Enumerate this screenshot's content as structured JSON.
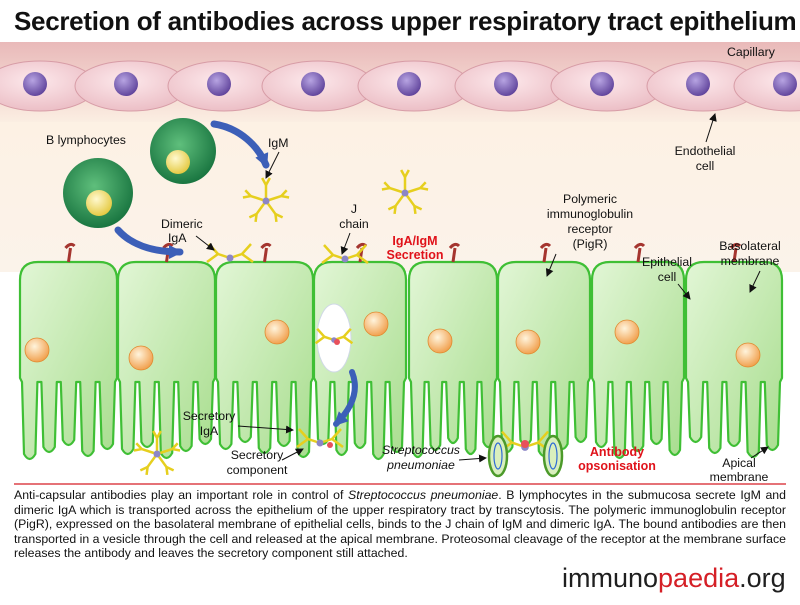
{
  "title": "Secretion of antibodies across upper respiratory tract epithelium",
  "labels": {
    "capillary": "Capillary",
    "endothelial": [
      "Endothelial",
      "cell"
    ],
    "b_lymphocytes": "B lymphocytes",
    "igm": "IgM",
    "dimeric_iga": [
      "Dimeric",
      "IgA"
    ],
    "j_chain": [
      "J",
      "chain"
    ],
    "secretion": [
      "IgA/IgM",
      "Secretion"
    ],
    "pigr": [
      "Polymeric",
      "immunoglobulin",
      "receptor",
      "(PigR)"
    ],
    "epithelial": [
      "Epithelial",
      "cell"
    ],
    "basolateral": [
      "Basolateral",
      "membrane"
    ],
    "secretory_iga": [
      "Secretory",
      "IgA"
    ],
    "secretory_component": [
      "Secretory",
      "component"
    ],
    "strep": [
      "Streptococcus",
      "pneumoniae"
    ],
    "opsonisation": [
      "Antibody",
      "opsonisation"
    ],
    "apical": [
      "Apical",
      "membrane"
    ]
  },
  "caption": {
    "p1": "Anti-capsular antibodies play an important role in control of ",
    "p1_italic": "Streptococcus pneumoniae",
    "p2": ". B lymphocytes in the submucosa secrete IgM and dimeric IgA which is transported across the epithelium of the upper respiratory tract by transcytosis. The polymeric immunoglobulin receptor (PigR), expressed on the basolateral membrane of epithelial cells, binds to the J chain of IgM and dimeric IgA. The bound antibodies are then transported in a vesicle through the cell and released at the apical membrane. Proteosomal cleavage of the receptor at the membrane surface releases the antibody and leaves the secretory component still attached."
  },
  "logo": {
    "part1": "immuno",
    "part2": "paedia",
    "part3": ".org"
  },
  "colors": {
    "red_label": "#e0121a",
    "cell_green": "#c4ecb0",
    "cell_outline": "#3fbf35",
    "endothelium": "#f1cfd3",
    "nucleus_purple": "#7a60b0",
    "nucleus_orange": "#f6b46a",
    "antibody_yellow": "#e6cf1e",
    "lymphocyte_green": "#1f8a4c",
    "arrow_blue": "#3c5fb8"
  }
}
